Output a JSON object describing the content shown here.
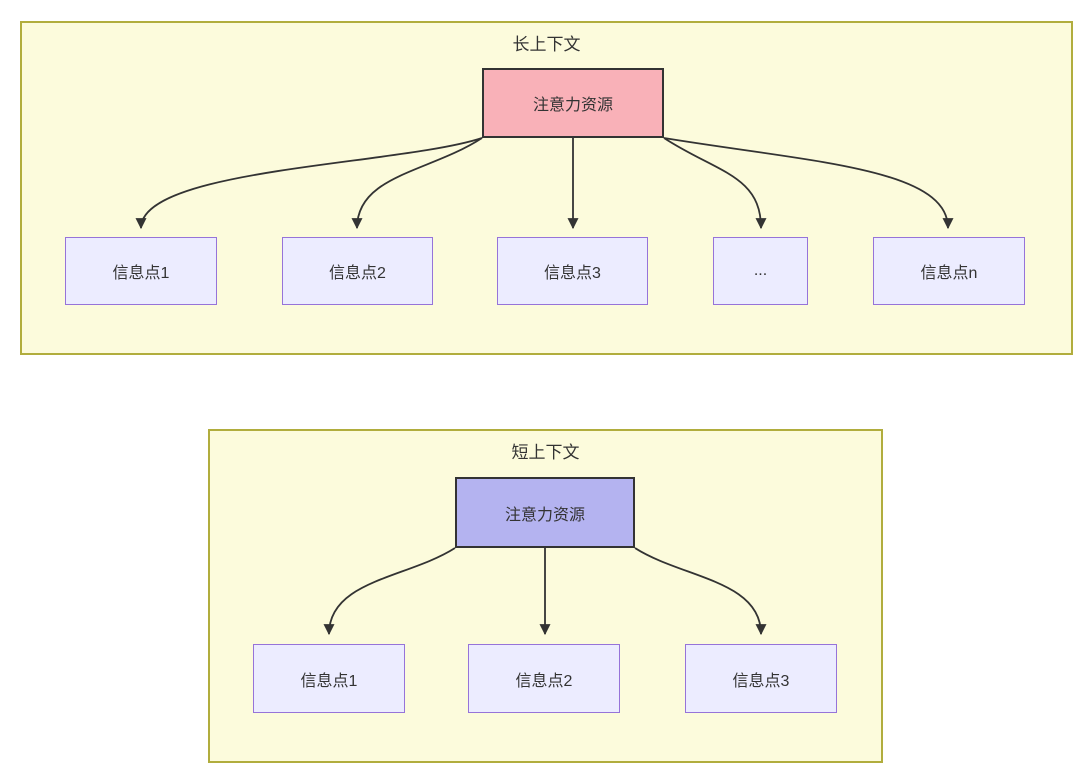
{
  "colors": {
    "container_fill": "#fcfbdc",
    "container_border": "#b1ad3d",
    "attention_long_fill": "#f9b1b8",
    "attention_short_fill": "#b4b3f0",
    "info_fill": "#ececff",
    "info_border": "#9673d9",
    "arrow": "#333333",
    "text": "#333333"
  },
  "long_context": {
    "title": "长上下文",
    "attention_label": "注意力资源",
    "info_points": [
      {
        "label": "信息点1"
      },
      {
        "label": "信息点2"
      },
      {
        "label": "信息点3"
      },
      {
        "label": "..."
      },
      {
        "label": "信息点n"
      }
    ]
  },
  "short_context": {
    "title": "短上下文",
    "attention_label": "注意力资源",
    "info_points": [
      {
        "label": "信息点1"
      },
      {
        "label": "信息点2"
      },
      {
        "label": "信息点3"
      }
    ]
  }
}
